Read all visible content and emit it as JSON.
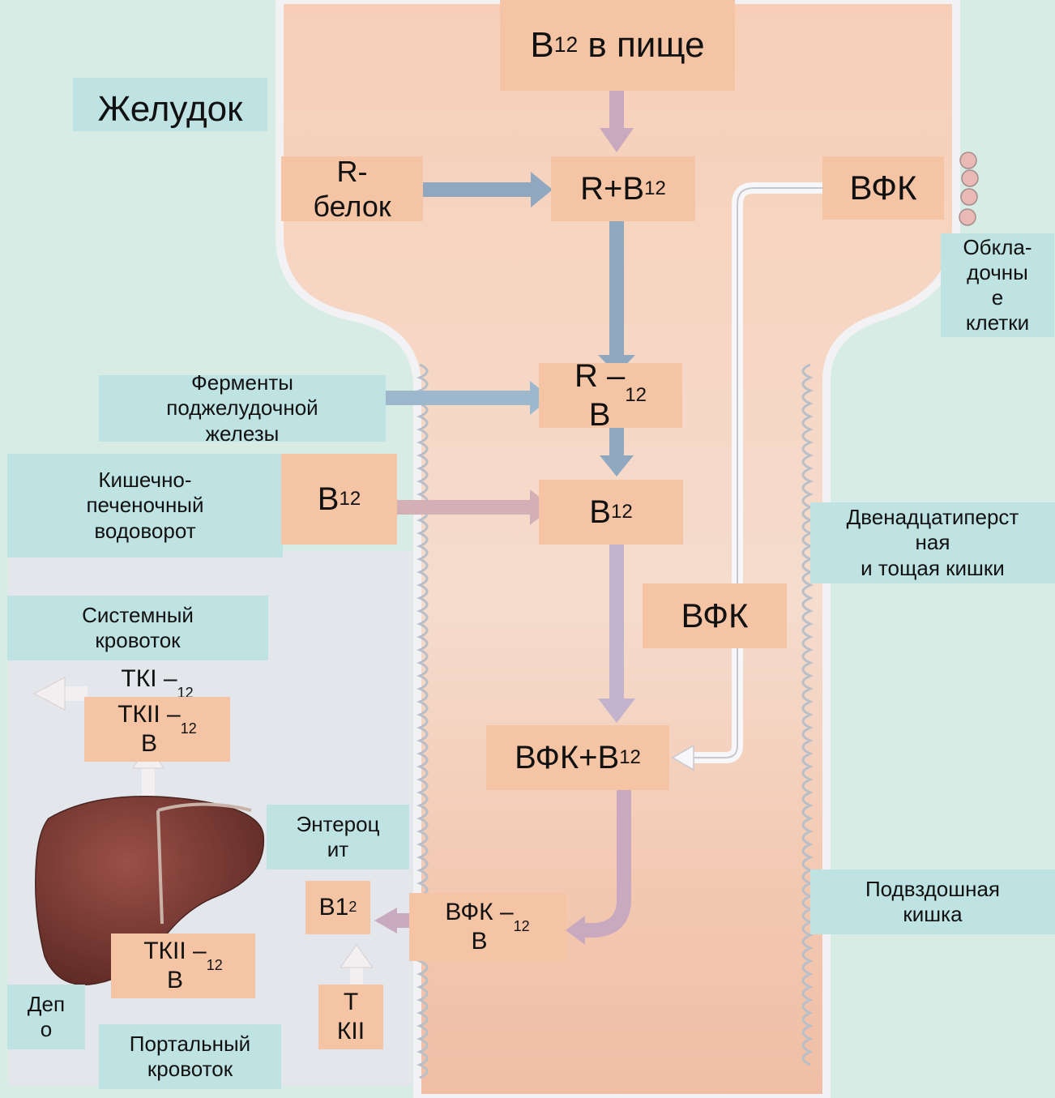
{
  "diagram": {
    "b12_food": {
      "base": "В",
      "sub": "12",
      "rest": "в пище"
    },
    "stomach": "Желудок",
    "r_protein": "R-\nбелок",
    "r_plus_b12": {
      "base": "R+В",
      "sub": "12"
    },
    "ifk_top": "ВФК",
    "parietal": "Обкла-\nдочны\nе\nклетки",
    "pancreas_enzymes": "Ферменты\nподжелудочной\nжелезы",
    "r_dash_b12": {
      "base": "R –\nВ",
      "sub": "12"
    },
    "enterohepatic": "Кишечно-\nпеченочный\nводоворот",
    "b12_left": {
      "base": "В",
      "sub": "12"
    },
    "b12_center": {
      "base": "В",
      "sub": "12"
    },
    "duodenum": "Двенадцатиперст\nная\nи тощая кишки",
    "systemic": "Системный\nкровоток",
    "tki_b12": {
      "base": "ТКI –\nВ",
      "sub": "12"
    },
    "tkii_b12_top": {
      "base": "ТКII –\nВ",
      "sub": "12"
    },
    "ifk_mid": "ВФК",
    "ifk_plus_b12": {
      "base": "ВФК+В",
      "sub": "12"
    },
    "enterocyte": "Энтероц\nит",
    "b12_small": {
      "base": "В1",
      "sub": "2"
    },
    "ifk_dash_b12": {
      "base": "ВФК –\nВ",
      "sub": "12"
    },
    "ileum": "Подвздошная\nкишка",
    "tkii_b12_bottom": {
      "base": "ТКII –\nВ",
      "sub": "12"
    },
    "depot": "Деп\nо",
    "tkii": "Т\nКII",
    "portal": "Портальный\nкровоток"
  },
  "colors": {
    "background": "#d9ece6",
    "gut_fill": "#f6d2bc",
    "label_peach": "#f4c4a4",
    "label_teal": "#bfe2e2",
    "arrow_purple": "#b9a0bb",
    "arrow_blue": "#9fb8cc",
    "liver": "#7a3a32"
  }
}
